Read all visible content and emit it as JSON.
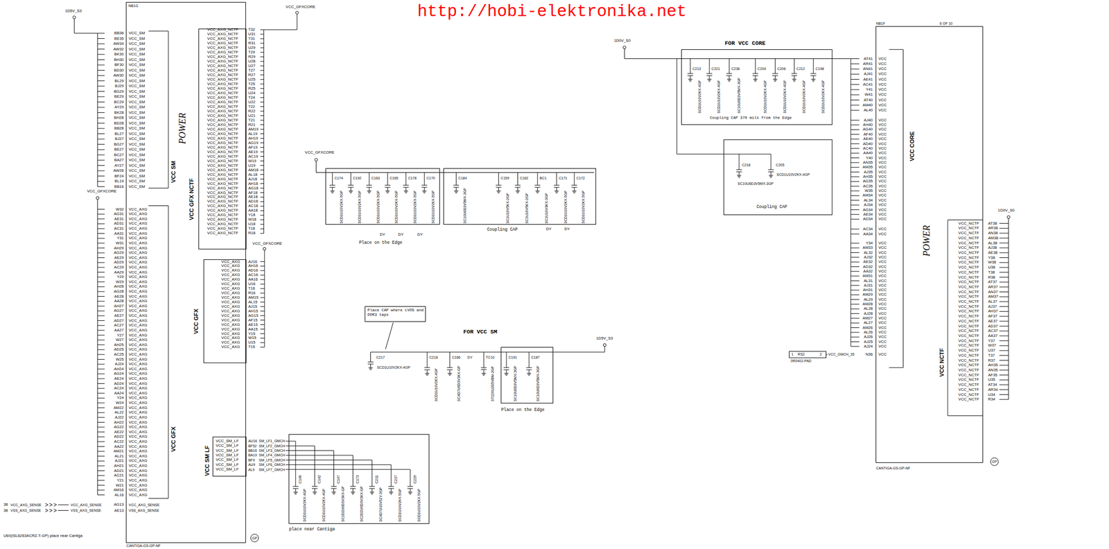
{
  "diagram": {
    "nodes": [
      {
        "text": [
          "NB1G",
          "POWER",
          "VCC SM",
          "VCC GFX",
          "CANTIGA-GS-GP-NF"
        ]
      },
      {
        "text": [
          "VCC GFX NCTF"
        ],
        "in": 0
      },
      {
        "text": [
          "VCC GFX"
        ],
        "in": 0
      },
      {
        "text": [
          "VCC SM LF"
        ],
        "in": 0
      },
      {
        "text": [
          "Place on the Edge"
        ]
      },
      {
        "text": [
          "Coupling CAP"
        ]
      },
      {
        "text": [
          "Place CAP where LVDS and DDR3 taps"
        ]
      },
      {
        "text": [
          "Place on the Edge"
        ]
      },
      {
        "text": [
          "place near Cantiga"
        ]
      },
      {
        "text": [
          "FOR VCC CORE",
          "Coupling CAP 370 mils from the Edge"
        ]
      },
      {
        "text": [
          "Coupling CAP"
        ]
      },
      {
        "text": [
          "NB1F",
          "6 OF 10",
          "POWER",
          "VCC CORE",
          "VCC NCTF",
          "CANTIGA-GS-GP-NF"
        ]
      }
    ],
    "edges": [
      {
        "from": 4,
        "to": 5,
        "arrow": "none"
      },
      {
        "from": 9,
        "to": 10,
        "arrow": "none"
      }
    ],
    "labels": [
      "http://hobi-elektronika.net",
      "1D5V_S3",
      "VCC_GFXCORE",
      "VCC_GFXCORE",
      "VCC_GFXCORE",
      "VCC_GFXCORE",
      "1D0V_S0",
      "1D5V_S3",
      "1D0V_S0",
      "BB36",
      "BE35",
      "AW34",
      "AW32",
      "BK30",
      "BH30",
      "BF30",
      "BD30",
      "AW30",
      "BL29",
      "BJ29",
      "BG29",
      "BE29",
      "BC29",
      "AY29",
      "BK28",
      "BH28",
      "BD28",
      "BB28",
      "BL27",
      "BJ27",
      "BG27",
      "BE27",
      "BC27",
      "BA27",
      "AY27",
      "AW26",
      "BF24",
      "BL19",
      "BB16",
      "VCC_SM",
      "VCC_SM",
      "VCC_SM",
      "VCC_SM",
      "VCC_SM",
      "VCC_SM",
      "VCC_SM",
      "VCC_SM",
      "VCC_SM",
      "VCC_SM",
      "VCC_SM",
      "VCC_SM",
      "VCC_SM",
      "VCC_SM",
      "VCC_SM",
      "VCC_SM",
      "VCC_SM",
      "VCC_SM",
      "VCC_SM",
      "VCC_SM",
      "VCC_SM",
      "VCC_SM",
      "VCC_SM",
      "VCC_SM",
      "VCC_SM",
      "VCC_SM",
      "VCC_SM",
      "VCC_SM",
      "VCC_SM",
      "VCC_SM",
      "W32",
      "AG31",
      "AE31",
      "AD31",
      "AC31",
      "AA31",
      "Y31",
      "W31",
      "AH29",
      "AG29",
      "AE29",
      "AD29",
      "AC29",
      "AA29",
      "Y29",
      "W29",
      "AH28",
      "AG28",
      "AE28",
      "AA28",
      "AH27",
      "AG27",
      "AE27",
      "AD27",
      "AC27",
      "AA27",
      "Y27",
      "W27",
      "AH25",
      "AD25",
      "AC25",
      "W25",
      "AJ24",
      "AH24",
      "AG24",
      "AE24",
      "AD24",
      "AC24",
      "AA24",
      "Y24",
      "W24",
      "AM22",
      "AL22",
      "AJ22",
      "AH22",
      "AG22",
      "AE22",
      "AD22",
      "AC22",
      "AA22",
      "AM21",
      "AL21",
      "AJ21",
      "AH21",
      "AD21",
      "AC21",
      "Y21",
      "W21",
      "AM16",
      "AL16",
      "VCC_AXG",
      "VCC_AXG",
      "VCC_AXG",
      "VCC_AXG",
      "VCC_AXG",
      "VCC_AXG",
      "VCC_AXG",
      "VCC_AXG",
      "VCC_AXG",
      "VCC_AXG",
      "VCC_AXG",
      "VCC_AXG",
      "VCC_AXG",
      "VCC_AXG",
      "VCC_AXG",
      "VCC_AXG",
      "VCC_AXG",
      "VCC_AXG",
      "VCC_AXG",
      "VCC_AXG",
      "VCC_AXG",
      "VCC_AXG",
      "VCC_AXG",
      "VCC_AXG",
      "VCC_AXG",
      "VCC_AXG",
      "VCC_AXG",
      "VCC_AXG",
      "VCC_AXG",
      "VCC_AXG",
      "VCC_AXG",
      "VCC_AXG",
      "VCC_AXG",
      "VCC_AXG",
      "VCC_AXG",
      "VCC_AXG",
      "VCC_AXG",
      "VCC_AXG",
      "VCC_AXG",
      "VCC_AXG",
      "VCC_AXG",
      "VCC_AXG",
      "VCC_AXG",
      "VCC_AXG",
      "VCC_AXG",
      "VCC_AXG",
      "VCC_AXG",
      "VCC_AXG",
      "VCC_AXG",
      "VCC_AXG",
      "VCC_AXG",
      "VCC_AXG",
      "VCC_AXG",
      "VCC_AXG",
      "VCC_AXG",
      "VCC_AXG",
      "VCC_AXG",
      "VCC_AXG",
      "VCC_AXG",
      "VCC_AXG",
      "38",
      "38",
      "VCC_AXG_SENSE",
      "VSS_AXG_SENSE",
      "VCC_AXG_SENSE",
      "VSS_AXG_SENSE",
      "AG13",
      "AE13",
      "VCC_AXG_SENSE",
      "VSS_AXG_SENSE",
      "VCC_AXG_NCTF",
      "VCC_AXG_NCTF",
      "VCC_AXG_NCTF",
      "VCC_AXG_NCTF",
      "VCC_AXG_NCTF",
      "VCC_AXG_NCTF",
      "VCC_AXG_NCTF",
      "VCC_AXG_NCTF",
      "VCC_AXG_NCTF",
      "VCC_AXG_NCTF",
      "VCC_AXG_NCTF",
      "VCC_AXG_NCTF",
      "VCC_AXG_NCTF",
      "VCC_AXG_NCTF",
      "VCC_AXG_NCTF",
      "VCC_AXG_NCTF",
      "VCC_AXG_NCTF",
      "VCC_AXG_NCTF",
      "VCC_AXG_NCTF",
      "VCC_AXG_NCTF",
      "VCC_AXG_NCTF",
      "VCC_AXG_NCTF",
      "VCC_AXG_NCTF",
      "VCC_AXG_NCTF",
      "VCC_AXG_NCTF",
      "VCC_AXG_NCTF",
      "VCC_AXG_NCTF",
      "VCC_AXG_NCTF",
      "VCC_AXG_NCTF",
      "VCC_AXG_NCTF",
      "VCC_AXG_NCTF",
      "VCC_AXG_NCTF",
      "VCC_AXG_NCTF",
      "VCC_AXG_NCTF",
      "VCC_AXG_NCTF",
      "VCC_AXG_NCTF",
      "VCC_AXG_NCTF",
      "VCC_AXG_NCTF",
      "VCC_AXG_NCTF",
      "VCC_AXG_NCTF",
      "VCC_AXG_NCTF",
      "VCC_AXG_NCTF",
      "VCC_AXG_NCTF",
      "VCC_AXG_NCTF",
      "VCC_AXG_NCTF",
      "VCC_AXG_NCTF",
      "T32",
      "U31",
      "T31",
      "R31",
      "U29",
      "T29",
      "R29",
      "U28",
      "U27",
      "T27",
      "R27",
      "U25",
      "T25",
      "R25",
      "U24",
      "T24",
      "U22",
      "T22",
      "R22",
      "U21",
      "T21",
      "R21",
      "AM19",
      "AL19",
      "AH19",
      "AG19",
      "AF19",
      "AE19",
      "AC19",
      "W19",
      "U19",
      "AM18",
      "AL18",
      "AJ18",
      "AH18",
      "AG18",
      "AF18",
      "AE18",
      "AD18",
      "AC18",
      "AA18",
      "Y18",
      "W18",
      "U18",
      "T18",
      "R18",
      "VCC_AXG",
      "VCC_AXG",
      "VCC_AXG",
      "VCC_AXG",
      "VCC_AXG",
      "VCC_AXG",
      "VCC_AXG",
      "VCC_AXG",
      "VCC_AXG",
      "VCC_AXG",
      "VCC_AXG",
      "VCC_AXG",
      "VCC_AXG",
      "VCC_AXG",
      "VCC_AXG",
      "VCC_AXG",
      "VCC_AXG",
      "VCC_AXG",
      "VCC_AXG",
      "VCC_AXG",
      "AJ16",
      "AH16",
      "AD16",
      "AC16",
      "AA16",
      "U16",
      "T16",
      "R16",
      "AM15",
      "AL15",
      "AJ15",
      "AH15",
      "AG15",
      "AF15",
      "AE15",
      "AA15",
      "Y15",
      "W15",
      "U15",
      "T15",
      "VCC_SM_LF",
      "VCC_SM_LF",
      "VCC_SM_LF",
      "VCC_SM_LF",
      "VCC_SM_LF",
      "VCC_SM_LF",
      "VCC_SM_LF",
      "AU16",
      "BF52",
      "BB16",
      "BA19",
      "BF9",
      "AU9",
      "AL9",
      "SM_LF1_GMCH",
      "SM_LF2_GMCH",
      "SM_LF3_GMCH",
      "SM_LF4_GMCH",
      "SM_LF5_GMCH",
      "SM_LF6_GMCH",
      "SM_LF7_GMCH",
      "AT41",
      "AR41",
      "AN41",
      "AJ41",
      "AE41",
      "AC41",
      "Y41",
      "W41",
      "AT40",
      "AM40",
      "AL40",
      "VCC",
      "VCC",
      "VCC",
      "VCC",
      "VCC",
      "VCC",
      "VCC",
      "VCC",
      "VCC",
      "VCC",
      "VCC",
      "AJ40",
      "AH40",
      "AG40",
      "AF40",
      "AE40",
      "AD40",
      "AC40",
      "AA40",
      "Y40",
      "AN35",
      "AM35",
      "AJ35",
      "AH35",
      "AG35",
      "AC35",
      "W35",
      "AM34",
      "AL34",
      "AJ34",
      "AG34",
      "AE34",
      "AD34",
      "VCC",
      "VCC",
      "VCC",
      "VCC",
      "VCC",
      "VCC",
      "VCC",
      "VCC",
      "VCC",
      "VCC",
      "VCC",
      "VCC",
      "VCC",
      "VCC",
      "VCC",
      "VCC",
      "VCC",
      "VCC",
      "VCC",
      "VCC",
      "VCC",
      "VCC",
      "AC34",
      "AA34",
      "VCC",
      "VCC",
      "Y34",
      "AM33",
      "AL32",
      "AJ32",
      "AE32",
      "AD32",
      "AA32",
      "AM31",
      "AL31",
      "AJ31",
      "AH31",
      "AM29",
      "AL29",
      "AM28",
      "AL28",
      "AJ28",
      "AM27",
      "AL27",
      "AM26",
      "AL26",
      "AJ26",
      "AJ25",
      "AJ24",
      "VCC",
      "VCC",
      "VCC",
      "VCC",
      "VCC",
      "VCC",
      "VCC",
      "VCC",
      "VCC",
      "VCC",
      "VCC",
      "VCC",
      "VCC",
      "VCC",
      "VCC",
      "VCC",
      "VCC",
      "VCC",
      "VCC",
      "VCC",
      "VCC",
      "VCC",
      "VCC",
      "1",
      "RS2",
      "2",
      "VCC_GMCH_35",
      "N36",
      "VCC",
      "0R0402-PAD",
      "VCC_NCTF",
      "VCC_NCTF",
      "VCC_NCTF",
      "VCC_NCTF",
      "VCC_NCTF",
      "VCC_NCTF",
      "VCC_NCTF",
      "VCC_NCTF",
      "VCC_NCTF",
      "VCC_NCTF",
      "VCC_NCTF",
      "VCC_NCTF",
      "VCC_NCTF",
      "VCC_NCTF",
      "VCC_NCTF",
      "VCC_NCTF",
      "VCC_NCTF",
      "VCC_NCTF",
      "VCC_NCTF",
      "VCC_NCTF",
      "VCC_NCTF",
      "VCC_NCTF",
      "VCC_NCTF",
      "VCC_NCTF",
      "VCC_NCTF",
      "VCC_NCTF",
      "VCC_NCTF",
      "VCC_NCTF",
      "VCC_NCTF",
      "VCC_NCTF",
      "VCC_NCTF",
      "VCC_NCTF",
      "VCC_NCTF",
      "VCC_NCTF",
      "VCC_NCTF",
      "VCC_NCTF",
      "VCC_NCTF",
      "AT38",
      "AR38",
      "AN38",
      "AM38",
      "AL38",
      "AJ38",
      "AE38",
      "Y38",
      "W38",
      "U38",
      "T38",
      "R38",
      "AT37",
      "AR37",
      "AN37",
      "AM37",
      "AL37",
      "AJ37",
      "AH37",
      "AF37",
      "AE37",
      "AD37",
      "AC37",
      "AA37",
      "Y37",
      "W37",
      "U37",
      "T37",
      "R37",
      "AH35",
      "AN35",
      "AF35",
      "U35",
      "AT34",
      "AR34",
      "U34",
      "R34",
      "GP",
      "GP",
      "U60(ISL6263ACRZ-T-GP) place near Cantiga",
      "C174",
      "C192",
      "C163",
      "C165",
      "C178",
      "C170",
      "SCD1U10V2KX-5GP",
      "SCD1U10V2KX-5GP",
      "SCD1U10V2KX-5GP",
      "SCD1U10V2KX-5GP",
      "SCD1U10V2KX-5GP",
      "SCD1U10V2KX-5GP",
      "C184",
      "C159",
      "C162",
      "BC1",
      "C171",
      "C172",
      "SC10U6D3V5MX-3GP",
      "SC1U10V5KX-2GP",
      "SC1U10V5KX-2GP",
      "SC1U10V3KX-3GP",
      "SCD1U10V2KX-5GP",
      "SCD1U10V2KX-5GP",
      "DY",
      "DY",
      "DY",
      "DY",
      "DY",
      "FOR VCC SM",
      "C217",
      "C218",
      "C166",
      "DY",
      "TC10",
      "C191",
      "C187",
      "SCD1U10V2KX-4GP",
      "SCD1U10V2KX-4GP",
      "SC4D7U6D3V3KX-GP",
      "ST220U2D5VBM-2GP",
      "SC10U6D3V5MX-3GP",
      "SC10U6D3V5MX-3GP",
      "C146",
      "C142",
      "C147",
      "C173",
      "C211",
      "C237",
      "C229",
      "SCD1U10V2KX-4GP",
      "SCD1U10V2KX-4GP",
      "SC2D2U6D3V3KX-GP",
      "SC2D2U6D3V3KX-GP",
      "SC4D7U10V5ZY-3GP",
      "SCD1U10V2KX-5GP",
      "SCD1U10V2KX-5GP",
      "C213",
      "C221",
      "C236",
      "C204",
      "C206",
      "C212",
      "C198",
      "SCD1U10V2KX-4GP",
      "SCD1U10V2KX-4GP",
      "SC10U6D3V5MX-3GP",
      "SCD1U10V2KX-4GP",
      "SCD1U10V2KX-4GP",
      "SCD1U10V2KX-4GP",
      "SCD1U10V2KX-4GP",
      "C218",
      "C205",
      "SCD1U10V2KX-4GP",
      "SC10U6D3V5MX-3GP"
    ]
  }
}
